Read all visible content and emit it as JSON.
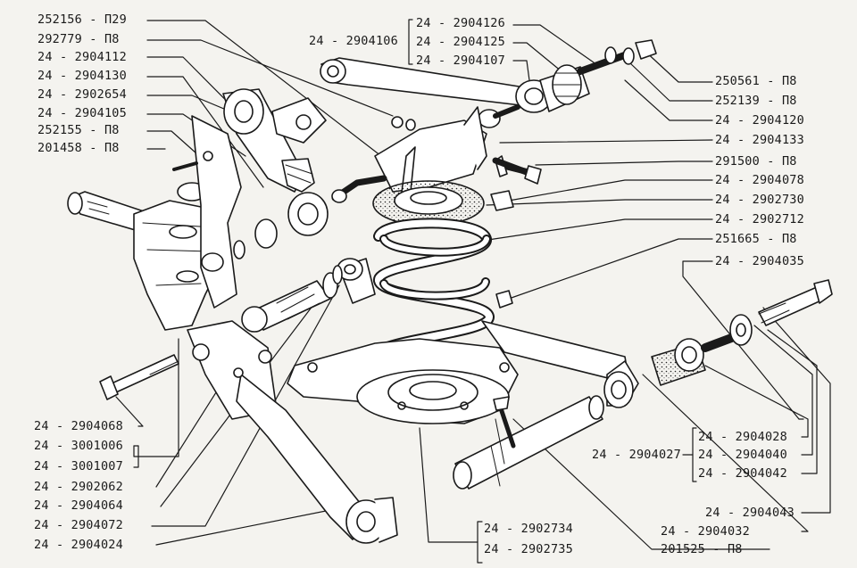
{
  "labels": {
    "left": [
      "252156 - П29",
      "292779 - П8",
      "24 - 2904112",
      "24 - 2904130",
      "24 - 2902654",
      "24 - 2904105",
      "252155 - П8",
      "201458 - П8"
    ],
    "bottom_left": [
      "24 - 2904068",
      "24 - 3001006",
      "24 - 3001007",
      "24 - 2902062",
      "24 - 2904064",
      "24 - 2904072",
      "24 - 2904024"
    ],
    "top_group_parent": "24 - 2904106",
    "top_group": [
      "24 - 2904126",
      "24 - 2904125",
      "24 - 2904107"
    ],
    "right": [
      "250561 - П8",
      "252139 - П8",
      "24 - 2904120",
      "24 - 2904133",
      "291500 - П8",
      "24 - 2904078",
      "24 - 2902730",
      "24 - 2902712",
      "251665 - П8",
      "24 - 2904035"
    ],
    "right_group_parent": "24 - 2904027",
    "right_group": [
      "24 - 2904028",
      "24 - 2904040",
      "24 - 2904042"
    ],
    "bottom_right": [
      "24 - 2904043",
      "24 - 2904032",
      "201525 - П8"
    ],
    "bottom_center_group": [
      "24 - 2902734",
      "24 - 2902735"
    ]
  }
}
